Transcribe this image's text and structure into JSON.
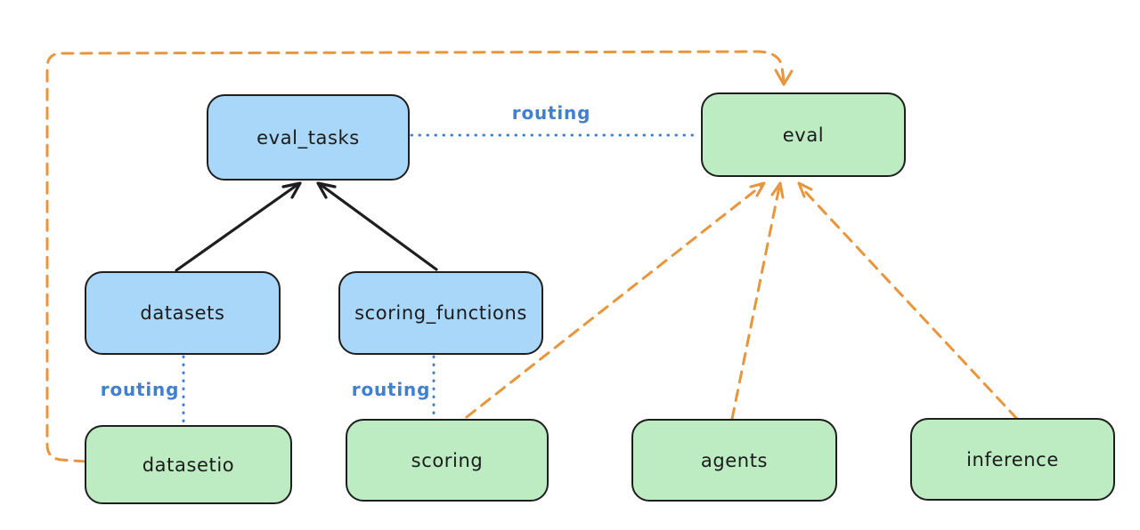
{
  "diagram": {
    "nodes": [
      {
        "id": "eval_tasks",
        "label": "eval_tasks",
        "fill": "blue"
      },
      {
        "id": "eval",
        "label": "eval",
        "fill": "green"
      },
      {
        "id": "datasets",
        "label": "datasets",
        "fill": "blue"
      },
      {
        "id": "scoring_functions",
        "label": "scoring_functions",
        "fill": "blue"
      },
      {
        "id": "datasetio",
        "label": "datasetio",
        "fill": "green"
      },
      {
        "id": "scoring",
        "label": "scoring",
        "fill": "green"
      },
      {
        "id": "agents",
        "label": "agents",
        "fill": "green"
      },
      {
        "id": "inference",
        "label": "inference",
        "fill": "green"
      }
    ],
    "edges": [
      {
        "from": "eval_tasks",
        "to": "eval",
        "style": "dotted-blue",
        "label": "routing"
      },
      {
        "from": "datasets",
        "to": "eval_tasks",
        "style": "solid-black-arrow"
      },
      {
        "from": "scoring_functions",
        "to": "eval_tasks",
        "style": "solid-black-arrow"
      },
      {
        "from": "datasets",
        "to": "datasetio",
        "style": "dotted-blue",
        "label": "routing"
      },
      {
        "from": "scoring_functions",
        "to": "scoring",
        "style": "dotted-blue",
        "label": "routing"
      },
      {
        "from": "datasetio",
        "to": "eval",
        "style": "dashed-orange-arrow",
        "route": "around-left-top"
      },
      {
        "from": "scoring",
        "to": "eval",
        "style": "dashed-orange-arrow"
      },
      {
        "from": "agents",
        "to": "eval",
        "style": "dashed-orange-arrow"
      },
      {
        "from": "inference",
        "to": "eval",
        "style": "dashed-orange-arrow"
      }
    ],
    "colors": {
      "node_blue_fill": "#a9d7f9",
      "node_green_fill": "#bdebc2",
      "node_stroke": "#1e1e1e",
      "routing_blue": "#4080d0",
      "orange": "#e8953c",
      "black_arrow": "#1e1e1e",
      "background": "#ffffff"
    }
  }
}
